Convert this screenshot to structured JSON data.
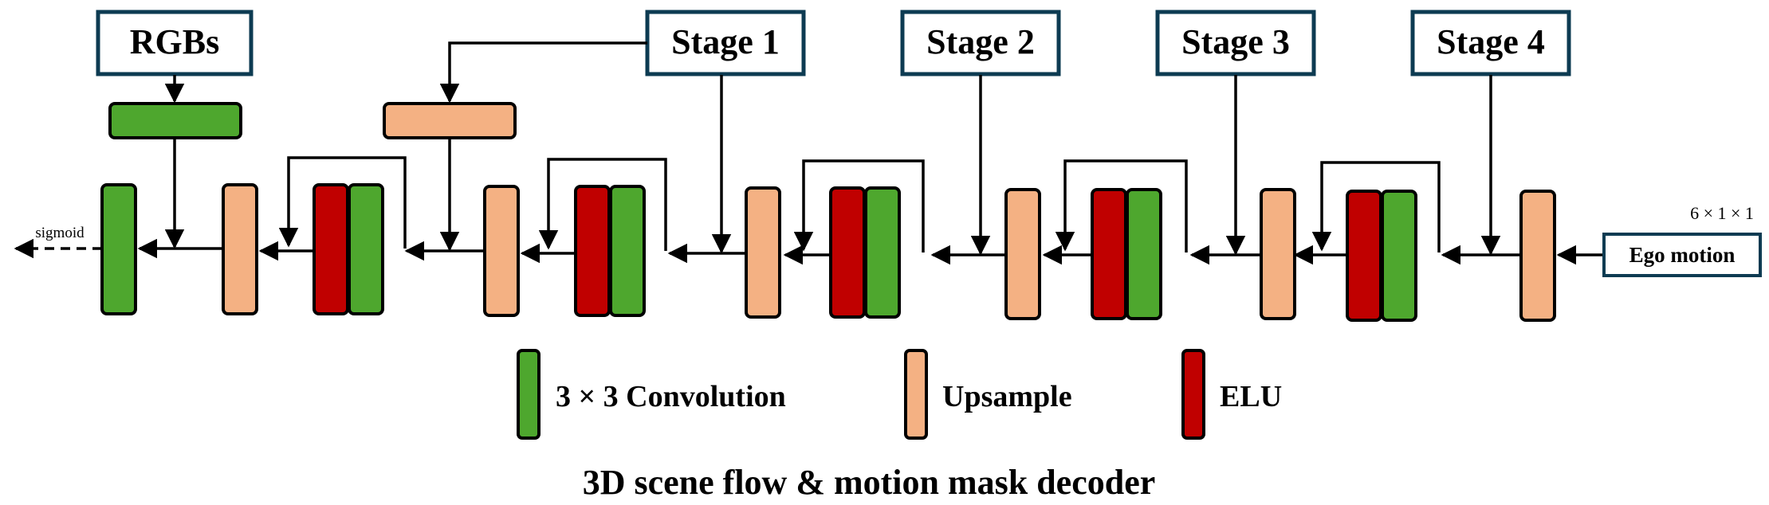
{
  "inputs": {
    "rgbs": "RGBs",
    "stage1": "Stage 1",
    "stage2": "Stage 2",
    "stage3": "Stage 3",
    "stage4": "Stage 4",
    "ego_motion": "Ego motion",
    "ego_dim": "6 × 1 × 1"
  },
  "output": {
    "activation": "sigmoid"
  },
  "legend": {
    "conv": "3 × 3 Convolution",
    "upsample": "Upsample",
    "elu": "ELU"
  },
  "caption": "3D scene flow & motion mask decoder",
  "colors": {
    "conv": "#4ea72e",
    "upsample": "#f4b183",
    "elu": "#c00000",
    "border": "#0d3b52",
    "stroke": "#000000"
  }
}
